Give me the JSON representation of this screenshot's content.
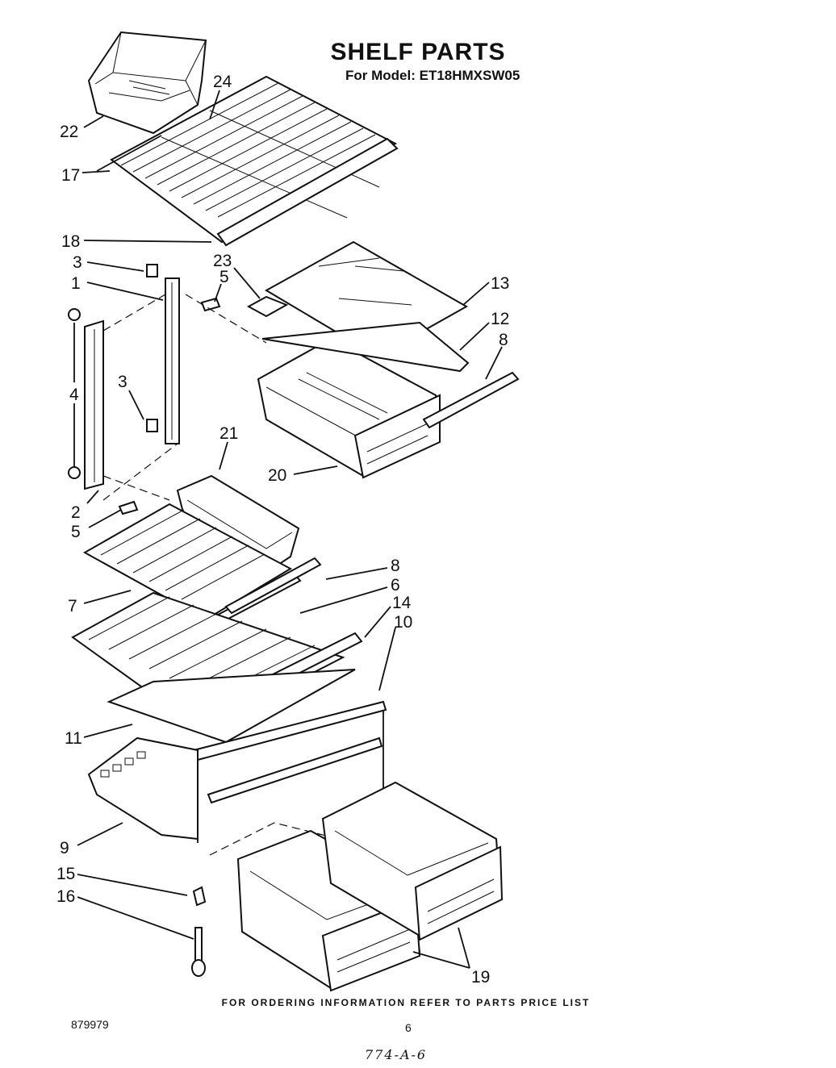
{
  "header": {
    "title": "SHELF PARTS",
    "model": "For Model: ET18HMXSW05"
  },
  "callouts": [
    "22",
    "24",
    "17",
    "18",
    "3",
    "1",
    "23",
    "5",
    "13",
    "12",
    "8",
    "4",
    "3",
    "21",
    "20",
    "2",
    "5",
    "8",
    "6",
    "14",
    "10",
    "7",
    "11",
    "9",
    "15",
    "16",
    "19"
  ],
  "footer": {
    "ordering_note": "FOR ORDERING INFORMATION REFER TO PARTS PRICE LIST",
    "doc_number": "879979",
    "page_number": "6",
    "handwritten_note": "774-A-6"
  }
}
